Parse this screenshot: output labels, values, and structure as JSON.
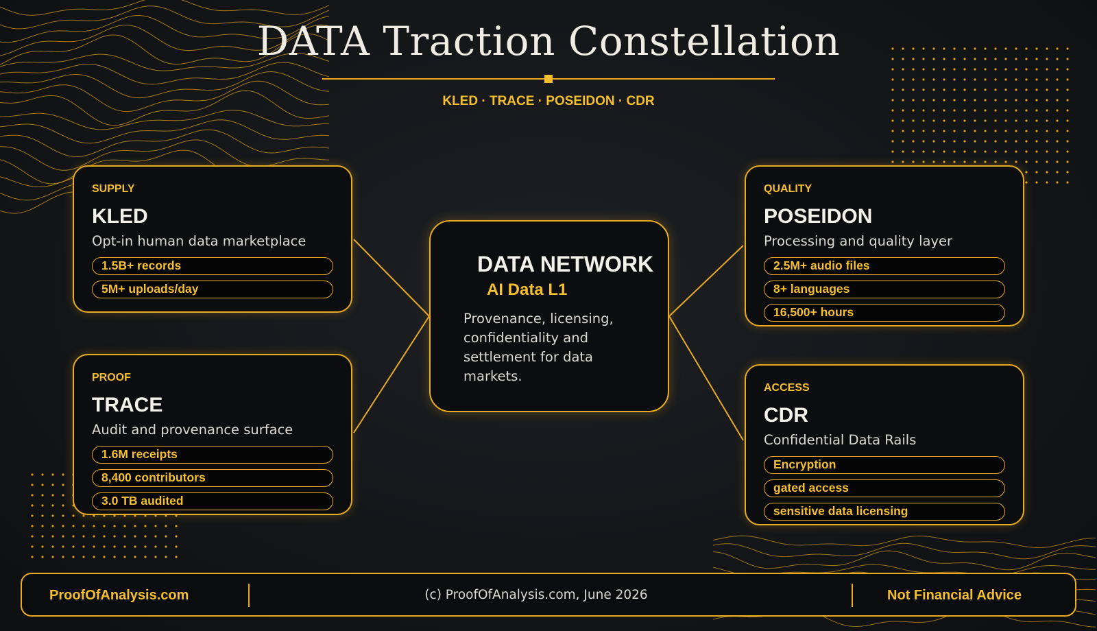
{
  "title": "DATA Traction Constellation",
  "subtitle": "KLED · TRACE · POSEIDON · CDR",
  "accent_color": "#f5bf2e",
  "center": {
    "title": "DATA NETWORK",
    "subtitle": "AI Data L1",
    "description": "Provenance, licensing, confidentiality and settlement for data markets."
  },
  "cards": {
    "kled": {
      "eyebrow": "SUPPLY",
      "name": "KLED",
      "description": "Opt-in human data marketplace",
      "pills": [
        "1.5B+ records",
        "5M+ uploads/day"
      ]
    },
    "trace": {
      "eyebrow": "PROOF",
      "name": "TRACE",
      "description": "Audit and provenance surface",
      "pills": [
        "1.6M receipts",
        "8,400 contributors",
        "3.0 TB audited"
      ]
    },
    "poseidon": {
      "eyebrow": "QUALITY",
      "name": "POSEIDON",
      "description": "Processing and quality layer",
      "pills": [
        "2.5M+ audio files",
        "8+ languages",
        "16,500+ hours"
      ]
    },
    "cdr": {
      "eyebrow": "ACCESS",
      "name": "CDR",
      "description": "Confidential Data Rails",
      "pills": [
        "Encryption",
        "gated access",
        "sensitive data licensing"
      ]
    }
  },
  "footer": {
    "left": "ProofOfAnalysis.com",
    "center": "(c) ProofOfAnalysis.com, June 2026",
    "right": "Not Financial Advice"
  }
}
